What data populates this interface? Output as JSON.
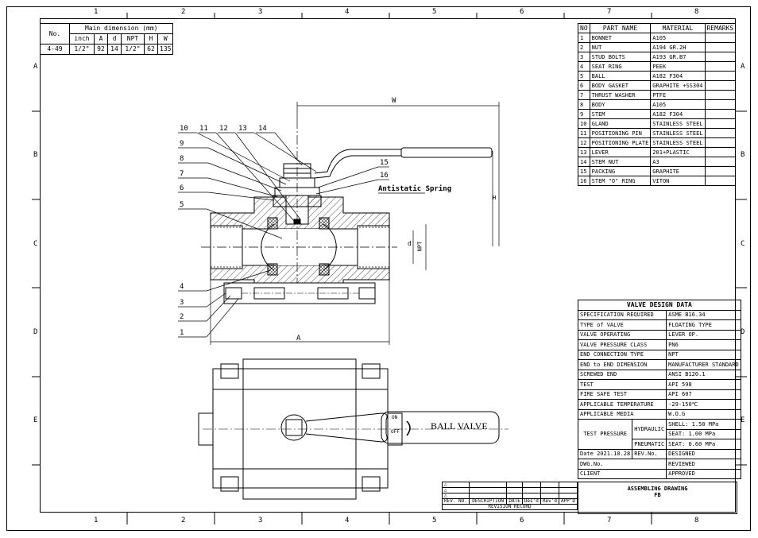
{
  "zones": {
    "columns": [
      "1",
      "2",
      "3",
      "4",
      "5",
      "6",
      "7",
      "8"
    ],
    "rows": [
      "A",
      "B",
      "C",
      "D",
      "E"
    ]
  },
  "dimensions_table": {
    "title": "Main dimension (mm)",
    "headers": [
      "No.",
      "inch",
      "A",
      "d",
      "NPT",
      "H",
      "W"
    ],
    "row": [
      "4-49",
      "1/2\"",
      "92",
      "14",
      "1/2\"",
      "62",
      "135"
    ]
  },
  "parts_list": {
    "headers": [
      "NO",
      "PART NAME",
      "MATERIAL",
      "REMARKS"
    ],
    "rows": [
      [
        "1",
        "BONNET",
        "A105",
        ""
      ],
      [
        "2",
        "NUT",
        "A194 GR.2H",
        ""
      ],
      [
        "3",
        "STUD BOLTS",
        "A193 GR.B7",
        ""
      ],
      [
        "4",
        "SEAT RING",
        "PEEK",
        ""
      ],
      [
        "5",
        "BALL",
        "A182 F304",
        ""
      ],
      [
        "6",
        "BODY GASKET",
        "GRAPHITE +SS304",
        ""
      ],
      [
        "7",
        "THRUST WASHER",
        "PTFE",
        ""
      ],
      [
        "8",
        "BODY",
        "A105",
        ""
      ],
      [
        "9",
        "STEM",
        "A182 F304",
        ""
      ],
      [
        "10",
        "GLAND",
        "STAINLESS STEEL",
        ""
      ],
      [
        "11",
        "POSITIONING PIN",
        "STAINLESS STEEL",
        ""
      ],
      [
        "12",
        "POSITIONING PLATE",
        "STAINLESS STEEL",
        ""
      ],
      [
        "13",
        "LEVER",
        "201+PLASTIC",
        ""
      ],
      [
        "14",
        "STEM NUT",
        "A3",
        ""
      ],
      [
        "15",
        "PACKING",
        "GRAPHITE",
        ""
      ],
      [
        "16",
        "STEM \"O\" RING",
        "VITON",
        ""
      ]
    ]
  },
  "design_data": {
    "title": "VALVE DESIGN DATA",
    "rows": [
      [
        "SPECIFICATION REQUIRED",
        "ASME B16.34"
      ],
      [
        "TYPE of VALVE",
        "FLOATING TYPE"
      ],
      [
        "VALVE OPERATING",
        "LEVER OP."
      ],
      [
        "VALVE PRESSURE CLASS",
        "PN6"
      ],
      [
        "END CONNECTION TYPE",
        "NPT"
      ],
      [
        "END to END DIMENSION",
        "MANUFACTURER STANDARD"
      ],
      [
        "SCREWED END",
        "ANSI B120.1"
      ],
      [
        "TEST",
        "API 598"
      ],
      [
        "FIRE SAFE TEST",
        "API 607"
      ],
      [
        "APPLICABLE TEMPERATURE",
        "-29-150℃"
      ],
      [
        "APPLICABLE MEDIA",
        "W.O.G"
      ]
    ],
    "test_pressure_label": "TEST PRESSURE",
    "hydraulic_label": "HYDRAULIC",
    "pneumatic_label": "PNEUMATIC",
    "shell": "SHELL:  1.50     MPa",
    "seat_hyd": "SEAT:   1.00     MPa",
    "seat_pn": "SEAT:   0.60     MPa",
    "date_label": "Date",
    "date_value": "2021.10.28",
    "rev_label": "REV.No.",
    "designed": "DESIGNED",
    "dwg_label": "DWG.No.",
    "reviewed": "REVIEWED",
    "client_label": "CLIENT",
    "approved": "APPROVED",
    "drawing_title": "ASSEMBLING  DRAWING",
    "drawing_sub": "FB"
  },
  "revision_block": {
    "headers": [
      "REV.\nNO.",
      "DESCRIPTION",
      "DATE",
      "Des'd",
      "Rev'd",
      "APP'D"
    ],
    "caption": "REVISION RECORD"
  },
  "callouts": [
    "1",
    "2",
    "3",
    "4",
    "5",
    "6",
    "7",
    "8",
    "9",
    "10",
    "11",
    "12",
    "13",
    "14",
    "15",
    "16"
  ],
  "annotations": {
    "antistatic": "Antistatic Spring",
    "W": "W",
    "H": "H",
    "A": "A",
    "d": "d",
    "NPT": "NPT",
    "on": "ON",
    "off": "OFF",
    "lever_text": "BALL  VALVE"
  }
}
